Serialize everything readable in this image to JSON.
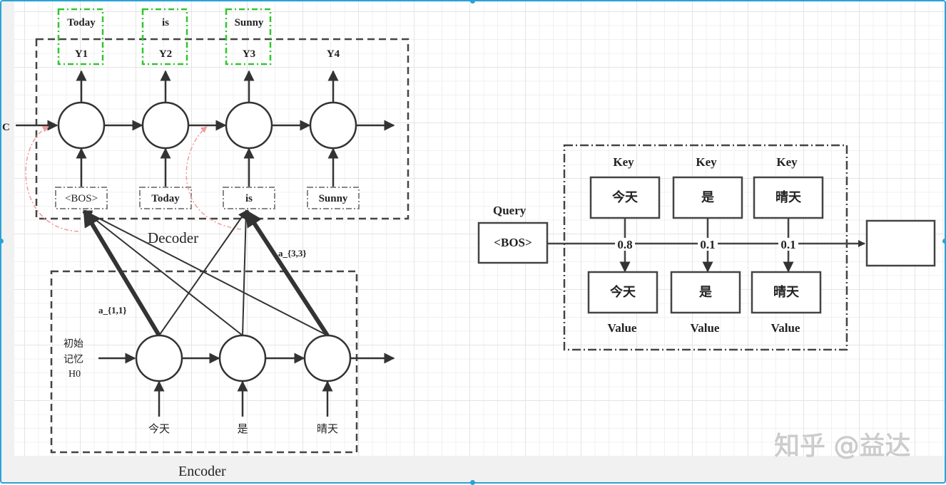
{
  "decoder": {
    "label": "Decoder",
    "context_label": "C",
    "outputs": [
      {
        "word": "Today",
        "y_label": "Y1",
        "highlighted": true
      },
      {
        "word": "is",
        "y_label": "Y2",
        "highlighted": true
      },
      {
        "word": "Sunny",
        "y_label": "Y3",
        "highlighted": true
      },
      {
        "word": "",
        "y_label": "Y4",
        "highlighted": false
      }
    ],
    "inputs": [
      "<BOS>",
      "Today",
      "is",
      "Sunny"
    ]
  },
  "encoder": {
    "label": "Encoder",
    "initial_memory_label": [
      "初始",
      "记忆",
      "H0"
    ],
    "inputs": [
      "今天",
      "是",
      "晴天"
    ]
  },
  "attention_labels": {
    "a11": "a_{1,1}",
    "a33": "a_{3,3}"
  },
  "attention_panel": {
    "query_label": "Query",
    "query_value": "<BOS>",
    "keys": [
      {
        "label": "Key",
        "text": "今天",
        "weight": "0.8",
        "value_text": "今天",
        "value_label": "Value"
      },
      {
        "label": "Key",
        "text": "是",
        "weight": "0.1",
        "value_text": "是",
        "value_label": "Value"
      },
      {
        "label": "Key",
        "text": "晴天",
        "weight": "0.1",
        "value_text": "晴天",
        "value_label": "Value"
      }
    ],
    "output_value": ""
  },
  "colors": {
    "frame": "#29a3d6",
    "highlight_green": "#2ec82e",
    "attention_arc": "#f59a9a",
    "stroke": "#333333"
  },
  "watermark": "知乎 @益达"
}
